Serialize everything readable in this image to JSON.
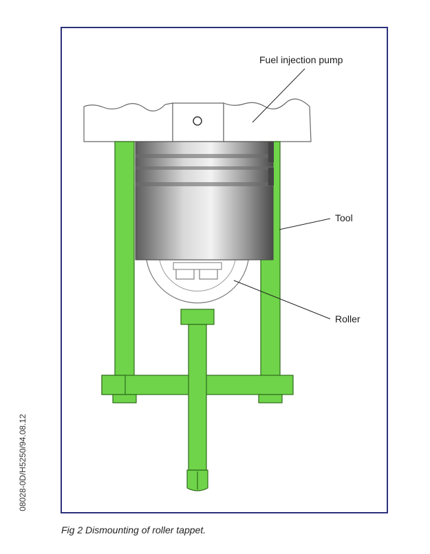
{
  "figure": {
    "labels": {
      "fuel_pump": "Fuel injection pump",
      "tool": "Tool",
      "roller": "Roller"
    },
    "caption": "Fig 2 Dismounting of roller tappet.",
    "side_code": "08028-0D/H5250/94.08.12"
  },
  "colors": {
    "frame": "#2b2f7a",
    "tool_green": "#6fd44a",
    "tool_outline": "#2f6b1a",
    "pump_block": "#ffffff",
    "tappet_metal": "#8a8a8a",
    "line": "#222222"
  }
}
